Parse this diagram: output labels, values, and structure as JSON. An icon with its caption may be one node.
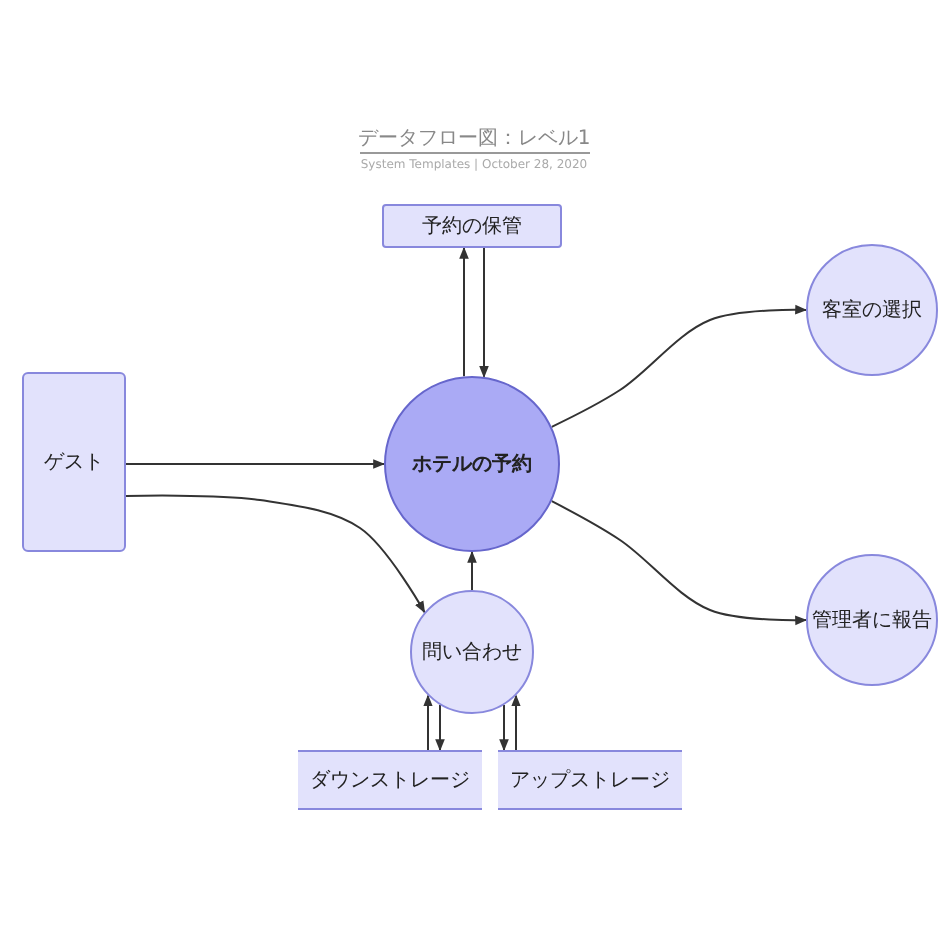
{
  "diagram": {
    "title": "データフロー図：レベル1",
    "caption": "System Templates | October 28, 2020",
    "nodes": [
      {
        "text": [
          "予約の保管"
        ]
      },
      {
        "text": [
          "客室の選択"
        ]
      },
      {
        "text": [
          "ゲスト"
        ]
      },
      {
        "text": [
          "ホテルの予約"
        ]
      },
      {
        "text": [
          "管理者に報告"
        ]
      },
      {
        "text": [
          "問い合わせ"
        ]
      },
      {
        "text": [
          "ダウンストレージ"
        ]
      },
      {
        "text": [
          "アップストレージ"
        ]
      }
    ],
    "edges": [
      {
        "from": 2,
        "to": 3,
        "arrow": "to"
      },
      {
        "from": 2,
        "to": 5,
        "arrow": "to"
      },
      {
        "from": 5,
        "to": 3,
        "arrow": "to"
      },
      {
        "from": 3,
        "to": 0,
        "arrow": "to"
      },
      {
        "from": 0,
        "to": 3,
        "arrow": "to"
      },
      {
        "from": 3,
        "to": 1,
        "arrow": "to"
      },
      {
        "from": 3,
        "to": 4,
        "arrow": "to"
      },
      {
        "from": 6,
        "to": 5,
        "arrow": "to"
      },
      {
        "from": 5,
        "to": 6,
        "arrow": "to"
      },
      {
        "from": 5,
        "to": 7,
        "arrow": "to"
      },
      {
        "from": 7,
        "to": 5,
        "arrow": "to"
      }
    ]
  }
}
